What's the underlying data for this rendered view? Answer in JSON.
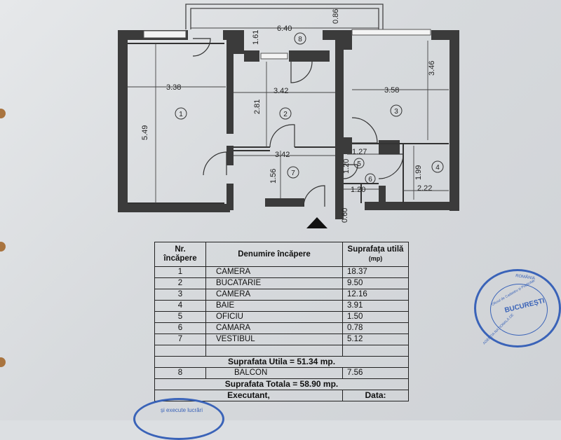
{
  "plan": {
    "rooms": [
      "1",
      "2",
      "3",
      "4",
      "5",
      "6",
      "7",
      "8"
    ],
    "dimensions": {
      "r1_width": "3.38",
      "r1_height": "5.49",
      "r2_width": "3.42",
      "r2_height": "2.81",
      "r3_width": "3.58",
      "r3_height": "3.46",
      "r4_width": "2.22",
      "r4_height": "1.99",
      "r5_width": "1.27",
      "r5_height": "1.20",
      "r6_width": "1.20",
      "r6_door": "0.60",
      "r7_width": "3.42",
      "r7_height": "1.56",
      "balcony_width": "6.40",
      "balcony_depth": "0.86",
      "balcony_wall": "1.61"
    }
  },
  "table": {
    "header": {
      "nr": "Nr. încăpere",
      "name": "Denumire încăpere",
      "area": "Suprafața utilă",
      "unit": "(mp)"
    },
    "rows": [
      {
        "nr": "1",
        "name": "CAMERA",
        "area": "18.37"
      },
      {
        "nr": "2",
        "name": "BUCATARIE",
        "area": "9.50"
      },
      {
        "nr": "3",
        "name": "CAMERA",
        "area": "12.16"
      },
      {
        "nr": "4",
        "name": "BAIE",
        "area": "3.91"
      },
      {
        "nr": "5",
        "name": "OFICIU",
        "area": "1.50"
      },
      {
        "nr": "6",
        "name": "CAMARA",
        "area": "0.78"
      },
      {
        "nr": "7",
        "name": "VESTIBUL",
        "area": "5.12"
      }
    ],
    "suprafata_utila": "Suprafata Utila = 51.34 mp.",
    "balcony_row": {
      "nr": "8",
      "name": "BALCON",
      "area": "7.56"
    },
    "suprafata_totala": "Suprafata Totala = 58.90 mp.",
    "executant": "Executant,",
    "data": "Data:"
  },
  "stamp": {
    "city": "BUCUREȘTI",
    "country": "ROMÂNIA",
    "agency": "AGENȚIA NAȚIONALĂ DE CADASTRU ȘI PUBLICITATE IMOBILIARĂ",
    "office": "Oficiul de Cadastru și Publicitate Imobiliară"
  },
  "stamp_bottom": "și execute lucrări",
  "colors": {
    "wall": "#3b3b3b",
    "stamp": "#3a63b8",
    "paper": "#dcdfe2"
  }
}
